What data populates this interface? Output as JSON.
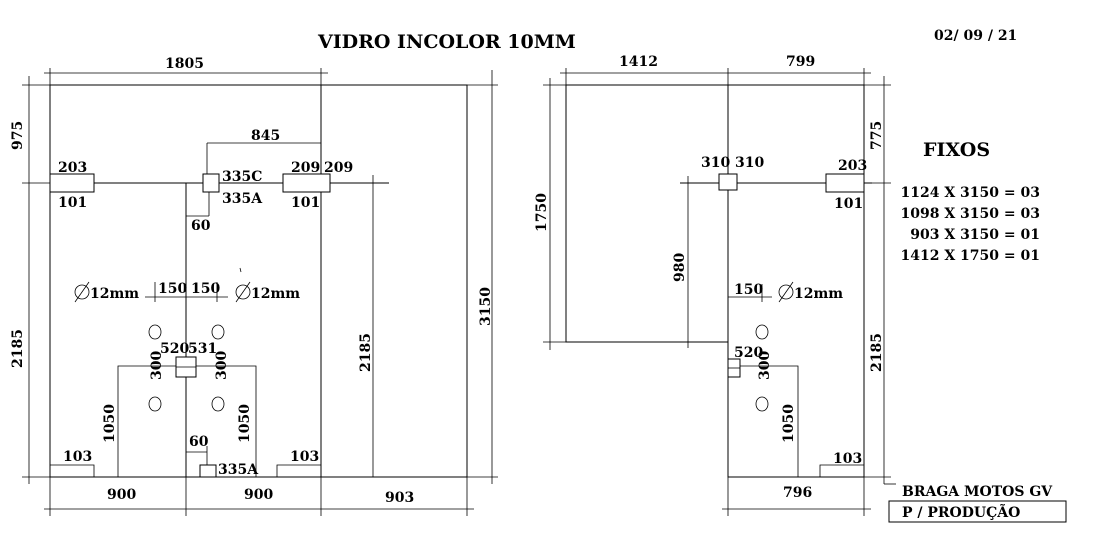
{
  "header": {
    "title": "VIDRO INCOLOR 10MM",
    "date": "02/ 09 / 21"
  },
  "panel1": {
    "top_width": "1805",
    "left_top": "975",
    "left_bottom": "2185",
    "right_height": "3150",
    "inner_height": "2185",
    "top_inner": "845",
    "hinge_left_top": "203",
    "hinge_left_bottom": "101",
    "hinge_center_c": "335C",
    "hinge_center_a": "335A",
    "gap_60_top": "60",
    "hinge_right_top_a": "209",
    "hinge_right_top_b": "209",
    "hinge_right_bottom": "101",
    "hole_left_label": "12mm",
    "hole_right_label": "12mm",
    "spacing_left": "150",
    "spacing_right": "150",
    "handle_520": "520",
    "handle_531": "531",
    "v300_left": "300",
    "v300_right": "300",
    "v1050_left": "1050",
    "v1050_right": "1050",
    "bottom_60": "60",
    "bottom_335a": "335A",
    "corner_left": "103",
    "corner_right": "103",
    "bottom_left": "900",
    "bottom_center": "900",
    "bottom_right": "903"
  },
  "panel2": {
    "top_left": "1412",
    "top_right": "799",
    "left_height": "1750",
    "right_top": "775",
    "right_bottom": "2185",
    "inner_980": "980",
    "hinge_310_a": "310",
    "hinge_310_b": "310",
    "hinge_right_top": "203",
    "hinge_right_bottom": "101",
    "spacing_150": "150",
    "hole_label": "12mm",
    "handle_520": "520",
    "v300": "300",
    "v1050": "1050",
    "corner": "103",
    "bottom": "796"
  },
  "fixos": {
    "heading": "FIXOS",
    "items": [
      "1124 X 3150 = 03",
      "1098 X 3150 = 03",
      "903 X 3150 = 01",
      "1412 X 1750 = 01"
    ]
  },
  "footer": {
    "client": "BRAGA MOTOS GV",
    "stamp": "P / PRODUÇÃO"
  }
}
